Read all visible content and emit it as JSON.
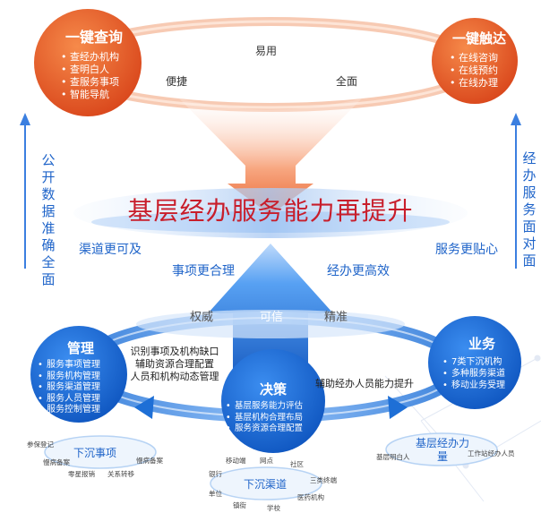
{
  "colors": {
    "orange": "#e8602a",
    "blue": "#1e6fd6",
    "title_red": "#c81e2b"
  },
  "top_left": {
    "title": "一键查询",
    "items": [
      "查经办机构",
      "查明白人",
      "查服务事项",
      "智能导航"
    ]
  },
  "top_right": {
    "title": "一键触达",
    "items": [
      "在线咨询",
      "在线预约",
      "在线办理"
    ]
  },
  "top_arc_labels": [
    "易用",
    "便捷",
    "全面"
  ],
  "side_left": "公开数据准确全面",
  "side_right": "经办服务面对面",
  "main_title": "基层经办服务能力再提升",
  "sub_labels": {
    "channel": "渠道更可及",
    "service": "服务更贴心",
    "matters": "事项更合理",
    "efficiency": "经办更高效"
  },
  "mid_arc_labels": [
    "权威",
    "可信",
    "精准"
  ],
  "management": {
    "title": "管理",
    "items": [
      "服务事项管理",
      "服务机构管理",
      "服务渠道管理",
      "服务人员管理",
      "服务控制管理"
    ]
  },
  "business": {
    "title": "业务",
    "items": [
      "7类下沉机构",
      "多种服务渠道",
      "移动业务受理"
    ]
  },
  "decision": {
    "title": "决策",
    "items": [
      "基层服务能力评估",
      "基层机构合理布局",
      "服务资源合理配置"
    ]
  },
  "flow_left": [
    "识别事项及机构缺口",
    "辅助资源合理配置",
    "人员和机构动态管理"
  ],
  "flow_right": "辅助经办人员能力提升",
  "bottom_left": {
    "title": "下沉事项",
    "labels": [
      "参保登记",
      "慢病备案",
      "零星报销",
      "关系转移",
      "慢病备案"
    ]
  },
  "bottom_mid": {
    "title": "下沉渠道",
    "labels": [
      "移动端",
      "网点",
      "社区",
      "银行",
      "三类终端",
      "单位",
      "医药机构",
      "镇街",
      "学校"
    ]
  },
  "bottom_right": {
    "title": "基层经办力量",
    "labels": [
      "基层明白人",
      "工作站经办人员"
    ]
  }
}
